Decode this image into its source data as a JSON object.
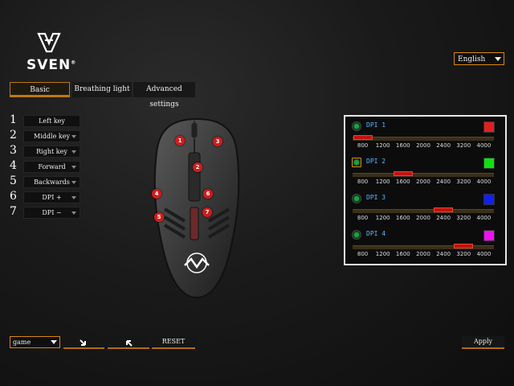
{
  "logo": {
    "brand": "SVEN",
    "mark": "®"
  },
  "language": {
    "selected": "English"
  },
  "tabs": [
    {
      "label": "Basic",
      "active": true
    },
    {
      "label": "Breathing light",
      "active": false
    },
    {
      "label": "Advanced settings",
      "active": false
    }
  ],
  "keys": [
    {
      "num": "1",
      "label": "Left key",
      "dropdown": false
    },
    {
      "num": "2",
      "label": "Middle key",
      "dropdown": true
    },
    {
      "num": "3",
      "label": "Right key",
      "dropdown": true
    },
    {
      "num": "4",
      "label": "Forward",
      "dropdown": true
    },
    {
      "num": "5",
      "label": "Backwards",
      "dropdown": true
    },
    {
      "num": "6",
      "label": "DPI +",
      "dropdown": true
    },
    {
      "num": "7",
      "label": "DPI −",
      "dropdown": true
    }
  ],
  "mouse_markers": [
    "1",
    "2",
    "3",
    "4",
    "5",
    "6",
    "7"
  ],
  "dpi": {
    "scale": [
      "800",
      "1200",
      "1600",
      "2000",
      "2400",
      "3200",
      "4000"
    ],
    "levels": [
      {
        "label": "DPI 1",
        "color": "#e02020",
        "value": "800",
        "selected": false
      },
      {
        "label": "DPI 2",
        "color": "#10e010",
        "value": "1600",
        "selected": true
      },
      {
        "label": "DPI 3",
        "color": "#1020f0",
        "value": "2400",
        "selected": false
      },
      {
        "label": "DPI 4",
        "color": "#f010f0",
        "value": "3200",
        "selected": false
      }
    ]
  },
  "profile": {
    "selected": "game"
  },
  "buttons": {
    "reset": "RESET",
    "apply": "Apply"
  },
  "colors": {
    "accent": "#d7880a",
    "marker": "#d01c1c",
    "dpi_label": "#5ab6ff"
  }
}
